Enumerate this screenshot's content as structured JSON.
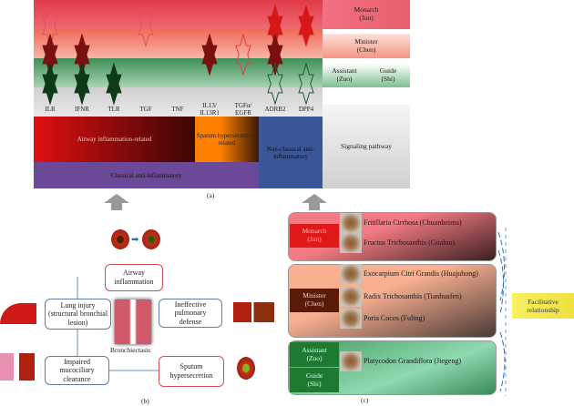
{
  "panel_a": {
    "rows": [
      {
        "label": "Monarch\n(Jun)"
      },
      {
        "label": "Minister\n(Chen)"
      },
      {
        "assistant": "Assistant\n(Zuo)",
        "guide": "Guide\n(Shi)"
      }
    ],
    "targets": [
      "ILR",
      "IFNR",
      "TLR",
      "TGF",
      "TNF",
      "IL13/\nIL13R1",
      "TGFα/\nEGFR",
      "ADRB2",
      "DPP4"
    ],
    "stars": [
      {
        "t": 0,
        "row": 0,
        "filled": false
      },
      {
        "t": 0,
        "row": 1,
        "filled": true
      },
      {
        "t": 0,
        "row": 2,
        "filled": true
      },
      {
        "t": 1,
        "row": 1,
        "filled": true
      },
      {
        "t": 1,
        "row": 2,
        "filled": true
      },
      {
        "t": 2,
        "row": 2,
        "filled": true
      },
      {
        "t": 3,
        "row": 0,
        "filled": false
      },
      {
        "t": 5,
        "row": 1,
        "filled": true
      },
      {
        "t": 6,
        "row": 1,
        "filled": false
      },
      {
        "t": 7,
        "row": 0,
        "filled": true
      },
      {
        "t": 7,
        "row": 1,
        "filled": true
      },
      {
        "t": 7,
        "row": 2,
        "filled": false
      },
      {
        "t": 8,
        "row": 0,
        "filled": true
      },
      {
        "t": 8,
        "row": 2,
        "filled": false
      }
    ],
    "categories": {
      "airway": "Airway inflammation-related",
      "sputum": "Spatum hypersecretion-related",
      "nonclassical": "Non-classical anti-inflammatory",
      "classical": "Classical anti-inflammatory",
      "signaling": "Signaling pathway"
    },
    "caption": "(a)"
  },
  "panel_b": {
    "airway": "Airway inflammation",
    "lung": "Lung injury (structural bronchial lesion)",
    "ineffective": "Ineffective pulmonary defense",
    "impaired": "Impaired mucociliary clearance",
    "sputum": "Sputum hypersecretion",
    "center": "Bronchiectasis",
    "caption": "(b)"
  },
  "panel_c": {
    "monarch": "Monarch\n(Jun)",
    "minister": "Minister\n(Chen)",
    "assistant": "Assistant\n(Zuo)",
    "guide": "Guide\n(Shi)",
    "herbs": [
      "Fritillaria Cirrhosa (Chuanbeima)",
      "Fructus Trichosanthis (Gualou)",
      "Exocarpium Citri Grandis (Huajuhong)",
      "Radix Trichosanthis (Tianhuafen)",
      "Poria Cocos (Fuling)",
      "Platycodon Grandiflora (Jiegeng)"
    ],
    "relationship": "Facilitative relationship",
    "caption": "(c)"
  }
}
